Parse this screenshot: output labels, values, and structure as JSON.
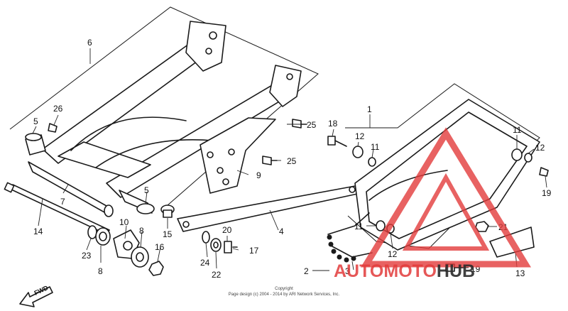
{
  "callouts": {
    "c1": "1",
    "c2": "2",
    "c3": "3",
    "c4": "4",
    "c5a": "5",
    "c5b": "5",
    "c6": "6",
    "c7": "7",
    "c8": "8",
    "c9": "9",
    "c10": "10",
    "c11a": "11",
    "c11b": "11",
    "c11c": "11",
    "c12a": "12",
    "c12b": "12",
    "c12c": "12",
    "c13": "13",
    "c14": "14",
    "c15": "15",
    "c16": "16",
    "c17": "17",
    "c18": "18",
    "c19a": "19",
    "c19b": "19",
    "c20": "20",
    "c21": "21",
    "c22": "22",
    "c23": "23",
    "c24": "24",
    "c25a": "25",
    "c25b": "25",
    "c26": "26"
  },
  "fwd_label": "FWD",
  "copyright": {
    "line1": "Copyright",
    "line2": "Page design (c) 2004 - 2014 by ARI Network Services, Inc."
  },
  "watermark": {
    "brand_part1": "AUTOMOTO",
    "brand_part2": "HUB",
    "color_primary": "#e23b3b",
    "color_secondary": "#2b2b2b"
  }
}
